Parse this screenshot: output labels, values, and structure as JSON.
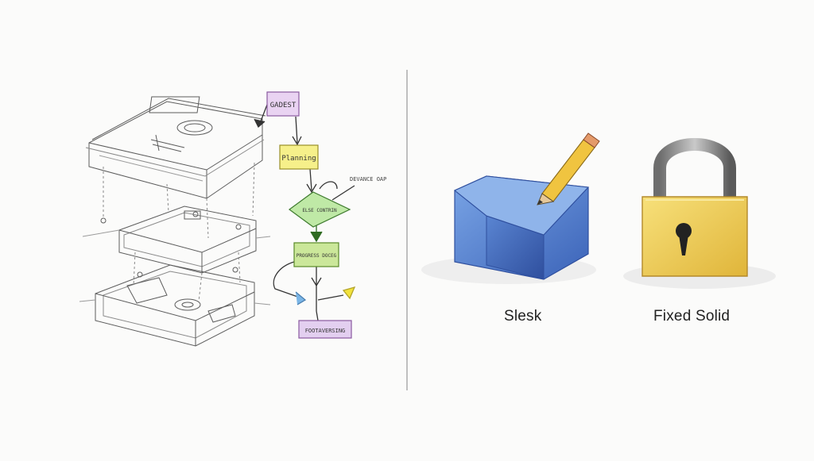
{
  "left_panel": {
    "flow_nodes": [
      {
        "label": "GADEST",
        "color": "#e9d3f2"
      },
      {
        "label": "Planning",
        "color": "#f6f08a"
      },
      {
        "label": "ELSE CONTRIN",
        "color": "#bfe9a6"
      },
      {
        "label": "PROGRESS DOCEG",
        "color": "#cbe79a"
      },
      {
        "label": "FOOTAVERSING",
        "color": "#e3cff0"
      }
    ],
    "annotation": "DEVANCE OAP"
  },
  "right_panel": {
    "items": [
      {
        "caption": "Slesk",
        "icon": "pencil-cube-icon",
        "color": "#4f7fcf"
      },
      {
        "caption": "Fixed Solid",
        "icon": "padlock-icon",
        "color": "#f0cf52"
      }
    ]
  }
}
